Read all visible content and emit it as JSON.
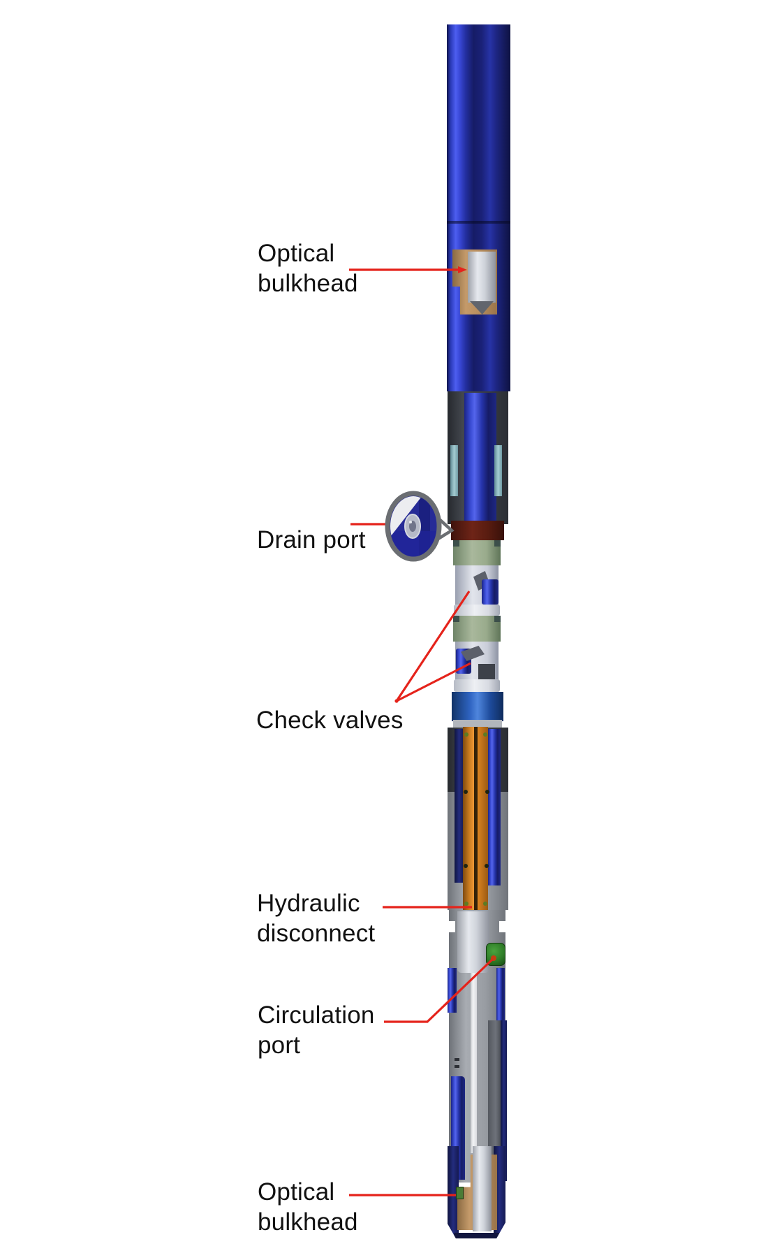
{
  "callouts": [
    {
      "id": "optical-bulkhead-top",
      "lines": [
        "Optical",
        "bulkhead"
      ]
    },
    {
      "id": "drain-port",
      "lines": [
        "Drain port"
      ]
    },
    {
      "id": "check-valves",
      "lines": [
        "Check valves"
      ]
    },
    {
      "id": "hydraulic-disconnect",
      "lines": [
        "Hydraulic",
        "disconnect"
      ]
    },
    {
      "id": "circulation-port",
      "lines": [
        "Circulation",
        "port"
      ]
    },
    {
      "id": "optical-bulkhead-bottom",
      "lines": [
        "Optical",
        "bulkhead"
      ]
    }
  ],
  "colors": {
    "callout_line": "#e5231b",
    "label_text": "#111111",
    "tool_blue": "#2d3cc4",
    "tool_navy": "#161c66",
    "bulkhead_tan": "#bb9060",
    "component_silver": "#dde0e7",
    "seal_green": "#a3b398",
    "drain_band_maroon": "#5d1e12",
    "hydraulic_orange": "#e08a28",
    "teal_seal": "#8fb6be",
    "circulation_port_green": "#2f7d28",
    "housing_dark_gray": "#3b3f46",
    "housing_light_gray": "#9a9ea3",
    "magnifier_ring_gray": "#6b6e72",
    "background": "#ffffff"
  }
}
